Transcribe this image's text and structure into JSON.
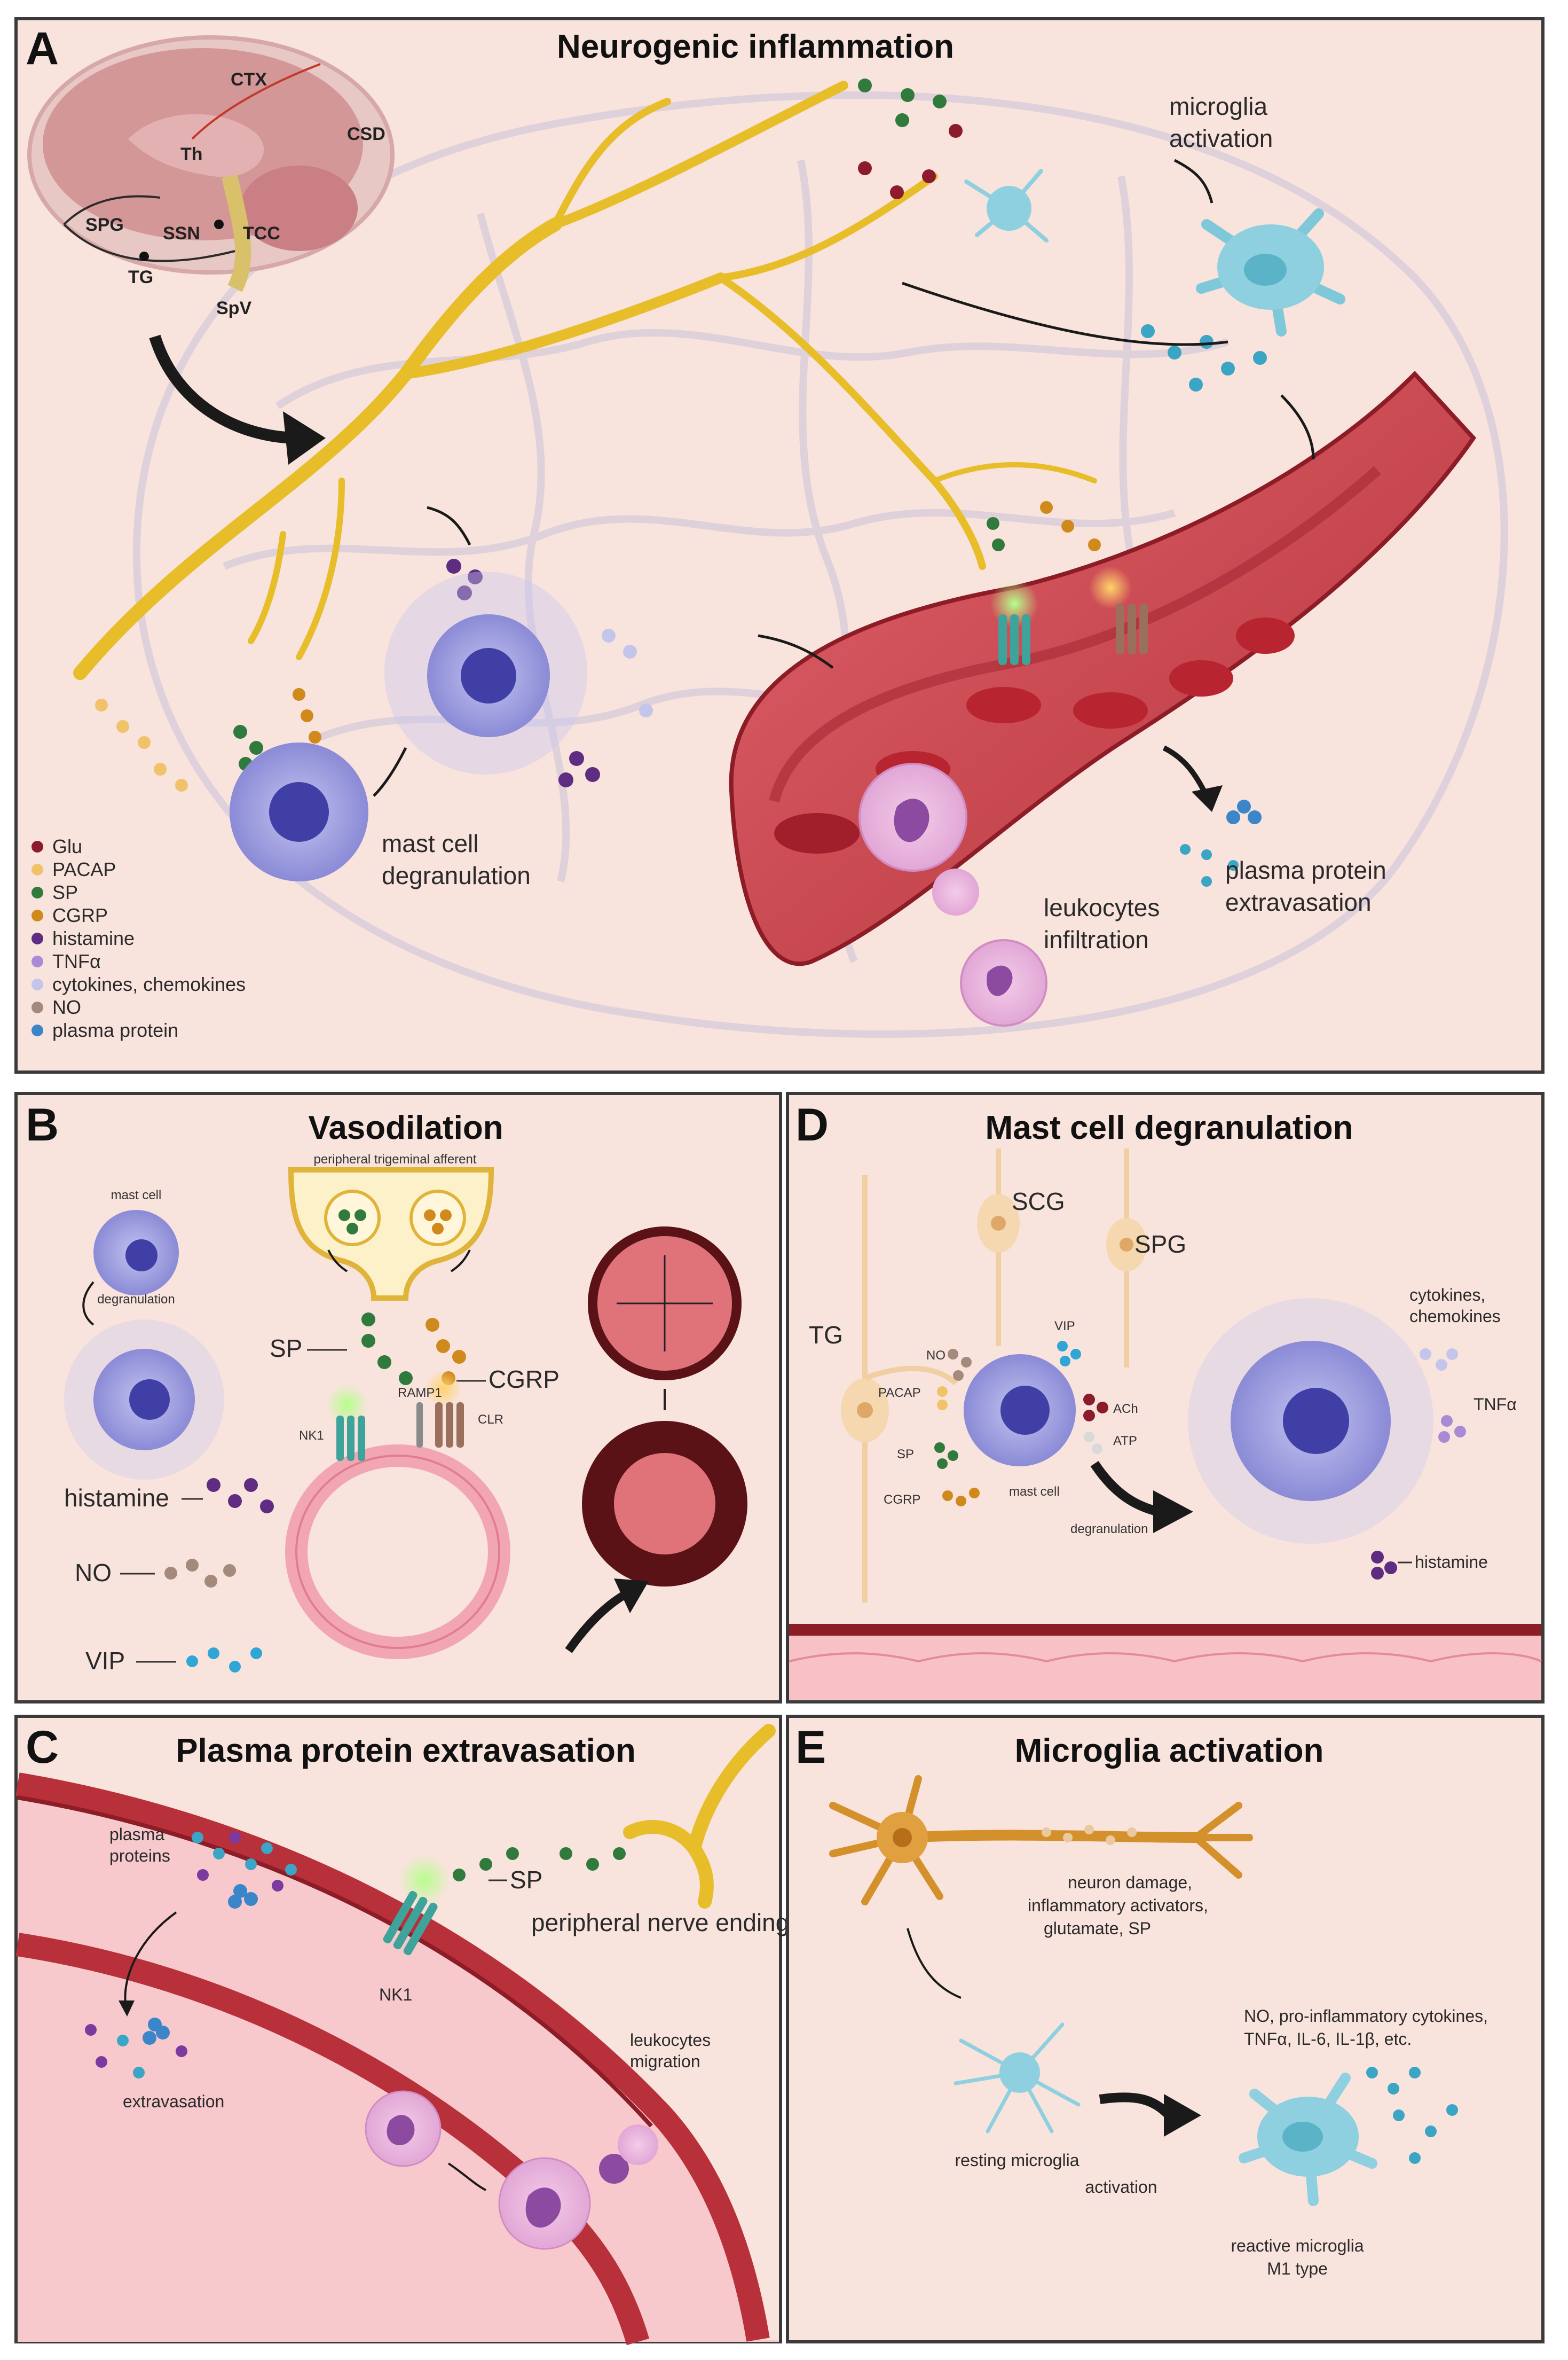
{
  "panel_a": {
    "letter": "A",
    "title": "Neurogenic inflammation",
    "inset_labels": {
      "ctx": "CTX",
      "csd": "CSD",
      "th": "Th",
      "spg": "SPG",
      "ssn": "SSN",
      "tcc": "TCC",
      "tg": "TG",
      "spv": "SpV"
    },
    "microglia_activation": [
      "microglia",
      "activation"
    ],
    "mast_cell_degranulation": [
      "mast cell",
      "degranulation"
    ],
    "leukocytes_infiltration": [
      "leukocytes",
      "infiltration"
    ],
    "plasma_protein_extravasation": [
      "plasma protein",
      "extravasation"
    ],
    "legend": [
      {
        "label": "Glu",
        "color": "#8c1c2c"
      },
      {
        "label": "PACAP",
        "color": "#f0c36a"
      },
      {
        "label": "SP",
        "color": "#2f7a3c"
      },
      {
        "label": "CGRP",
        "color": "#d08a1c"
      },
      {
        "label": "histamine",
        "color": "#5e2d82"
      },
      {
        "label": "TNFα",
        "color": "#a98ad6"
      },
      {
        "label": "cytokines, chemokines",
        "color": "#c3c6ea"
      },
      {
        "label": "NO",
        "color": "#a48a7c"
      },
      {
        "label": "plasma protein",
        "color": "#3a86c8"
      }
    ]
  },
  "panel_b": {
    "letter": "B",
    "title": "Vasodilation",
    "afferent": "peripheral trigeminal afferent",
    "mast_cell": "mast cell",
    "degranulation": "degranulation",
    "sp": "SP",
    "cgrp": "CGRP",
    "nk1": "NK1",
    "ramp1": "RAMP1",
    "clr": "CLR",
    "histamine": "histamine",
    "no": "NO",
    "vip": "VIP"
  },
  "panel_c": {
    "letter": "C",
    "title": "Plasma protein extravasation",
    "sp": "SP",
    "nerve_ending": "peripheral nerve ending",
    "plasma_proteins": [
      "plasma",
      "proteins"
    ],
    "nk1": "NK1",
    "leukocytes_migration": [
      "leukocytes",
      "migration"
    ],
    "extravasation": "extravasation"
  },
  "panel_d": {
    "letter": "D",
    "title": "Mast cell degranulation",
    "scg": "SCG",
    "spg": "SPG",
    "tg": "TG",
    "no": "NO",
    "vip": "VIP",
    "pacap": "PACAP",
    "ach": "ACh",
    "atp": "ATP",
    "sp": "SP",
    "cgrp": "CGRP",
    "mast_cell": "mast cell",
    "degranulation": "degranulation",
    "cytokines": [
      "cytokines,",
      "chemokines"
    ],
    "tnf": "TNFα",
    "histamine": "histamine"
  },
  "panel_e": {
    "letter": "E",
    "title": "Microglia activation",
    "neuron_text": [
      "neuron damage,",
      "inflammatory activators,",
      "glutamate, SP"
    ],
    "outputs": [
      "NO, pro-inflammatory cytokines,",
      "TNFα, IL-6, IL-1β, etc."
    ],
    "resting": "resting microglia",
    "activation": "activation",
    "reactive": [
      "reactive microglia",
      "M1 type"
    ]
  },
  "colors": {
    "panel_bg": "#f9e3dd",
    "panel_border": "#3a3a3a",
    "nerve": "#e8bd2a",
    "vessel": "#c9434c",
    "vessel_dark": "#8c1c26",
    "mast": "#8f8fd8",
    "mast_nucleus": "#3f3fa6",
    "microglia": "#8fd0e0",
    "leukocyte": "#e6a6d6",
    "receptor_green": "#3ea39a",
    "receptor_brown": "#9a6f5c"
  }
}
